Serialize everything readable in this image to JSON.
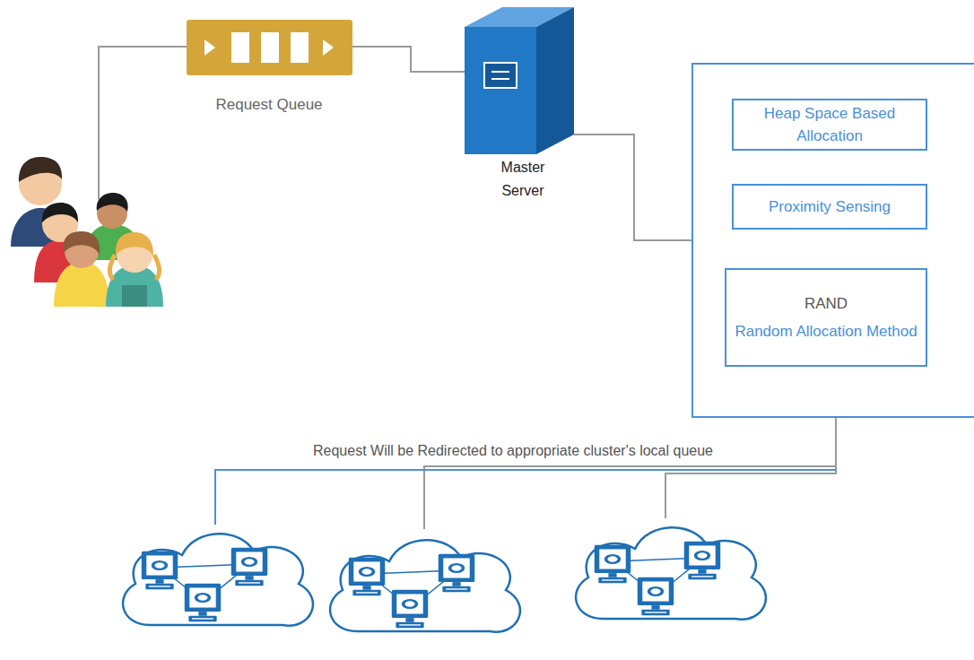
{
  "diagram": {
    "nodes": [
      {
        "text": []
      },
      {
        "text": [
          "Heap Space Based Allocation"
        ],
        "in": 0
      },
      {
        "text": [
          "Proximity Sensing"
        ],
        "in": 0
      },
      {
        "text": [
          "RAND",
          "Random Allocation Method"
        ],
        "in": 0
      }
    ],
    "edges": [
      {
        "from": 1,
        "to": 2,
        "arrow": "none"
      },
      {
        "from": 2,
        "to": 3,
        "arrow": "none"
      }
    ],
    "labels": [
      "Request Queue",
      "Master Server",
      "Request Will be Redirected to appropriate cluster's local queue"
    ]
  }
}
